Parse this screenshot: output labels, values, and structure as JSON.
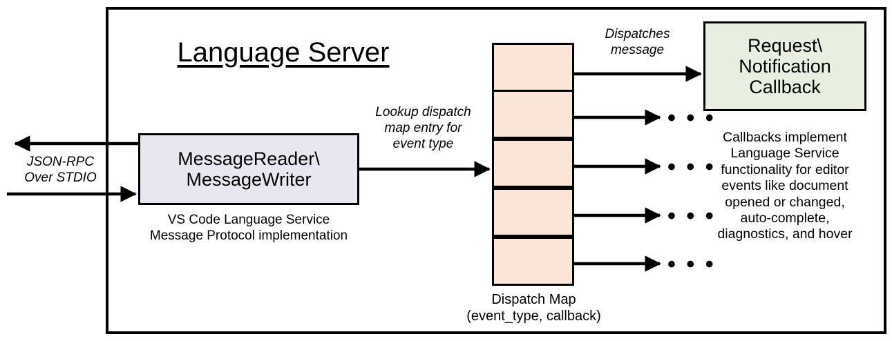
{
  "diagram": {
    "title": "Language Server",
    "frame_label": "language-server-boundary"
  },
  "external_interface": {
    "label": "JSON-RPC\nOver STDIO",
    "outbound_arrow": "arrow-left-out",
    "inbound_arrow": "arrow-right-in"
  },
  "reader_node": {
    "line1": "MessageReader\\",
    "line2": "MessageWriter",
    "caption": "VS Code Language Service\nMessage Protocol implementation",
    "fill": "#EAE6F0"
  },
  "lookup_edge": {
    "label": "Lookup dispatch\nmap entry for\nevent type"
  },
  "dispatch_map": {
    "caption": "Dispatch Map\n(event_type, callback)",
    "fill": "#FBE5D6",
    "cell_count": 5,
    "cells": [
      {
        "index": 0,
        "name": "dispatch-map-cell-1"
      },
      {
        "index": 1,
        "name": "dispatch-map-cell-2"
      },
      {
        "index": 2,
        "name": "dispatch-map-cell-3"
      },
      {
        "index": 3,
        "name": "dispatch-map-cell-4"
      },
      {
        "index": 4,
        "name": "dispatch-map-cell-5"
      }
    ]
  },
  "dispatch_edge": {
    "label": "Dispatches\nmessage"
  },
  "callback_node": {
    "line1": "Request\\",
    "line2": "Notification",
    "line3": "Callback",
    "caption": "Callbacks implement\nLanguage Service\nfunctionality for editor\nevents like document\nopened or changed,\nauto-complete,\ndiagnostics, and hover",
    "fill": "#E8EFE0"
  },
  "ellipses": {
    "glyph": "• • •",
    "count": 4
  },
  "colors": {
    "stroke": "#000000",
    "background": "#FFFFFF",
    "reader_fill": "#EAE6F0",
    "map_fill": "#FBE5D6",
    "callback_fill": "#E8EFE0"
  }
}
